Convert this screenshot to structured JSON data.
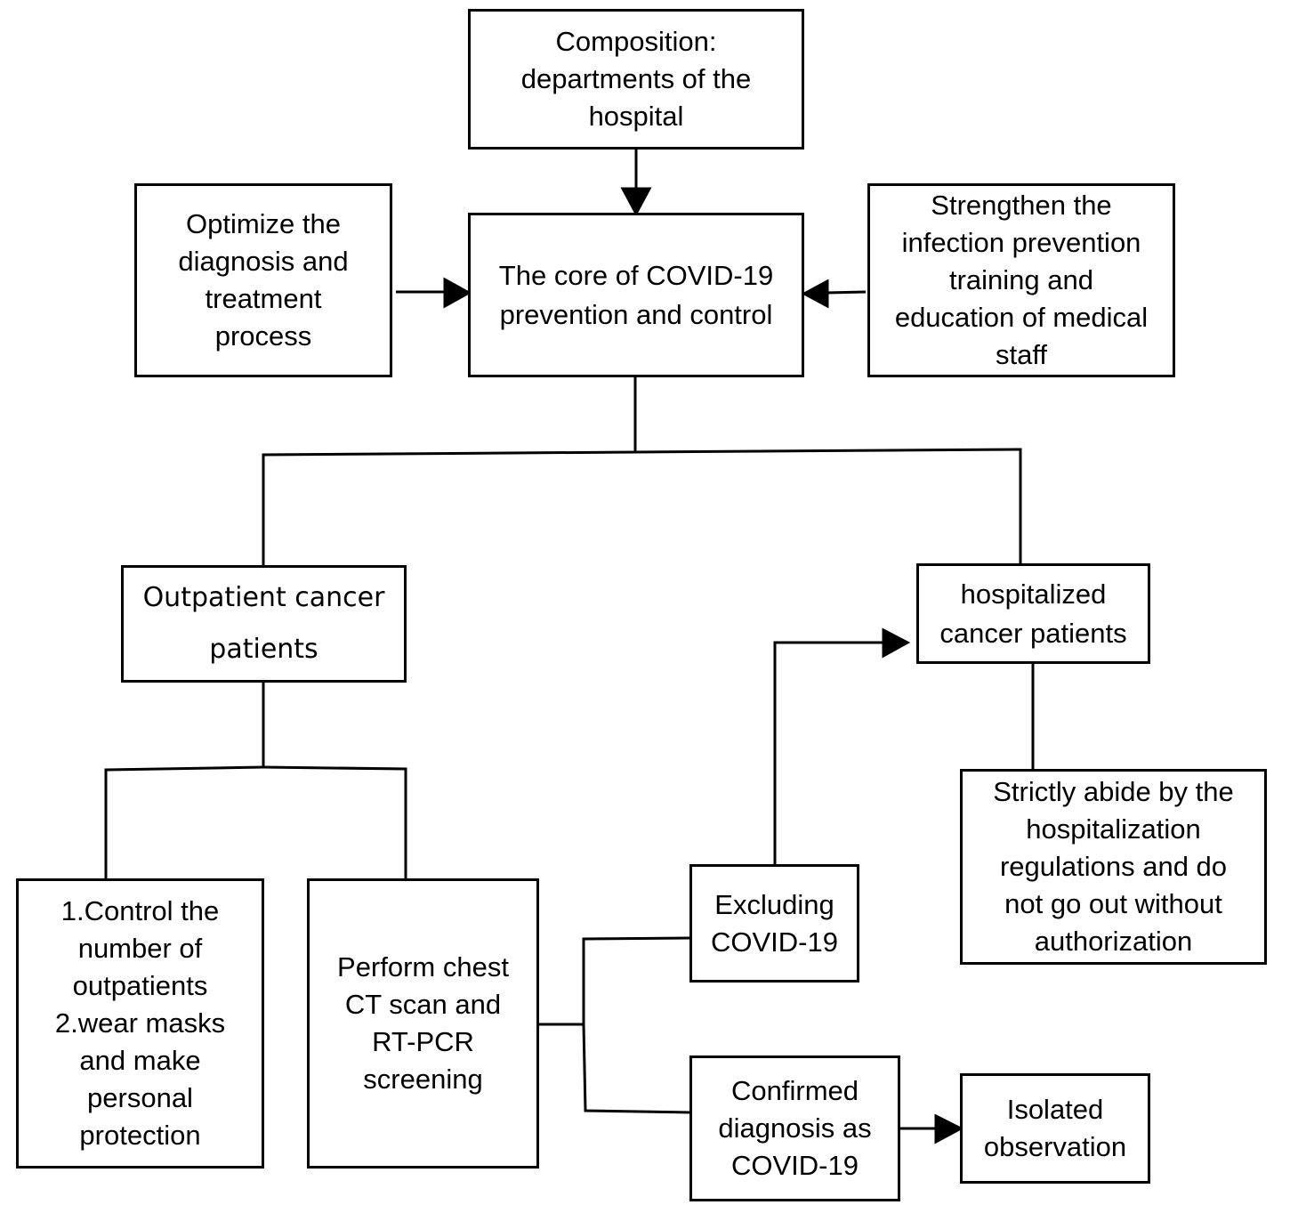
{
  "boxes": {
    "composition": {
      "lines": [
        "Composition:",
        "departments of the",
        "hospital"
      ]
    },
    "optimize": {
      "lines": [
        "Optimize the",
        "diagnosis and",
        "treatment",
        "process"
      ]
    },
    "core": {
      "lines": [
        "The core of COVID-19",
        "prevention and control"
      ]
    },
    "strengthen": {
      "lines": [
        "Strengthen the",
        "infection prevention",
        "training and",
        "education of medical",
        "staff"
      ]
    },
    "outpatient": {
      "lines": [
        "Outpatient cancer",
        "patients"
      ]
    },
    "hospitalized": {
      "lines": [
        "hospitalized",
        "cancer patients"
      ]
    },
    "control": {
      "lines": [
        "1.Control the",
        "number of",
        "outpatients",
        "2.wear masks",
        "and make",
        "personal",
        "protection"
      ]
    },
    "screening": {
      "lines": [
        "Perform chest",
        "CT scan and",
        "RT-PCR",
        "screening"
      ]
    },
    "excluding": {
      "lines": [
        "Excluding",
        "COVID-19"
      ]
    },
    "regulations": {
      "lines": [
        "Strictly abide by the",
        "hospitalization",
        "regulations and do",
        "not go out without",
        "authorization"
      ]
    },
    "confirmed": {
      "lines": [
        "Confirmed",
        "diagnosis as",
        "COVID-19"
      ]
    },
    "isolated": {
      "lines": [
        "Isolated",
        "observation"
      ]
    }
  }
}
